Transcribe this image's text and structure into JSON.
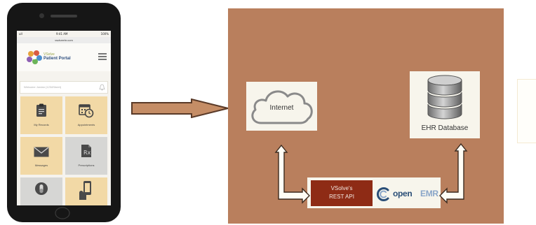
{
  "phone": {
    "status_signal": "ull",
    "status_time": "9:41 AM",
    "status_battery": "100%",
    "url": "vsolveehr.com",
    "brand_line1": "VSolve",
    "brand_line2": "Patient Portal",
    "search_placeholder": "Welcome Jordan (1234Sheet)",
    "tiles": [
      {
        "label": "My Records",
        "icon": "clipboard-icon"
      },
      {
        "label": "Appointments",
        "icon": "calendar-clock-icon"
      },
      {
        "label": "Messages",
        "icon": "envelope-icon"
      },
      {
        "label": "Prescriptions",
        "icon": "prescription-icon"
      },
      {
        "label": "",
        "icon": "capsule-icon"
      },
      {
        "label": "",
        "icon": "phone-hand-icon"
      }
    ]
  },
  "diagram": {
    "internet_label": "Internet",
    "db_label": "EHR Database",
    "rest_label_line1": "VSolve's",
    "rest_label_line2": "REST API",
    "openemr_text_a": "open",
    "openemr_text_b": "EMR"
  },
  "colors": {
    "panel": "#b97f5d",
    "box": "#f7f5ec",
    "rest_bg": "#8e2b15",
    "arrow_fill": "#c58d66",
    "arrow_stroke": "#5a3a28",
    "tile_peach": "#f2d9a6",
    "tile_grey": "#d6d6d4"
  }
}
